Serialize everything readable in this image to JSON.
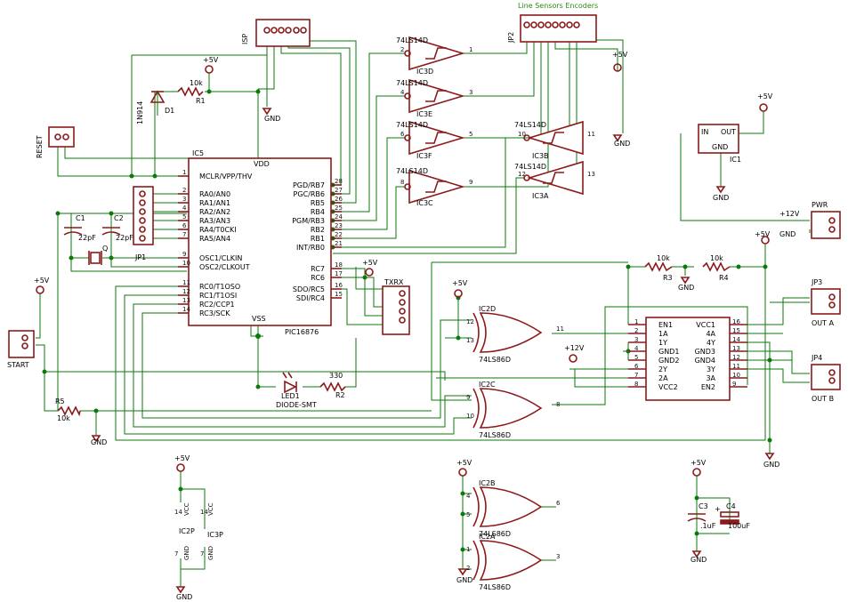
{
  "header": {
    "conn_label": "Line Sensors  Encoders",
    "isp": "ISP",
    "jp2": "JP2"
  },
  "power": {
    "v5": "+5V",
    "v12": "+12V",
    "gnd": "GND"
  },
  "mcu": {
    "name": "IC5",
    "part": "PIC16876",
    "vdd": "VDD",
    "vss": "VSS",
    "left_pins": [
      "MCLR/VPP/THV",
      "RA0/AN0",
      "RA1/AN1",
      "RA2/AN2",
      "RA3/AN3",
      "RA4/T0CKI",
      "RA5/AN4",
      "OSC1/CLKIN",
      "OSC2/CLKOUT",
      "RC0/T1OSO",
      "RC1/T1OSI",
      "RC2/CCP1",
      "RC3/SCK"
    ],
    "left_nums": [
      "1",
      "2",
      "3",
      "4",
      "5",
      "6",
      "7",
      "9",
      "10",
      "11",
      "12",
      "13",
      "14"
    ],
    "right_pins": [
      "PGD/RB7",
      "PGC/RB6",
      "RB5",
      "RB4",
      "PGM/RB3",
      "RB2",
      "RB1",
      "INT/RB0",
      "RC7",
      "RC6",
      "SDO/RC5",
      "SDI/RC4"
    ],
    "right_nums": [
      "28",
      "27",
      "26",
      "25",
      "24",
      "23",
      "22",
      "21",
      "18",
      "17",
      "16",
      "15"
    ]
  },
  "inverters": [
    {
      "name": "IC3D",
      "part": "74LS14D",
      "in": "2",
      "out": "1"
    },
    {
      "name": "IC3E",
      "part": "74LS14D",
      "in": "4",
      "out": "3"
    },
    {
      "name": "IC3F",
      "part": "74LS14D",
      "in": "6",
      "out": "5"
    },
    {
      "name": "IC3C",
      "part": "74LS14D",
      "in": "8",
      "out": "9"
    },
    {
      "name": "IC3B",
      "part": "74LS14D",
      "in": "10",
      "out": "11"
    },
    {
      "name": "IC3A",
      "part": "74LS14D",
      "in": "12",
      "out": "13"
    }
  ],
  "xors": [
    {
      "name": "IC2D",
      "part": "74LS86D",
      "a": "12",
      "b": "13",
      "y": "11"
    },
    {
      "name": "IC2C",
      "part": "74LS86D",
      "a": "9",
      "b": "10",
      "y": "8"
    },
    {
      "name": "IC2B",
      "part": "74LS86D",
      "a": "4",
      "b": "5",
      "y": "6"
    },
    {
      "name": "IC2A",
      "part": "74LS86D",
      "a": "1",
      "b": "2",
      "y": "3"
    }
  ],
  "driver": {
    "left": [
      "EN1",
      "1A",
      "1Y",
      "GND1",
      "GND2",
      "2Y",
      "2A",
      "VCC2"
    ],
    "left_nums": [
      "1",
      "2",
      "3",
      "4",
      "5",
      "6",
      "7",
      "8"
    ],
    "right": [
      "VCC1",
      "4A",
      "4Y",
      "GND3",
      "GND4",
      "3Y",
      "3A",
      "EN2"
    ],
    "right_nums": [
      "16",
      "15",
      "14",
      "13",
      "12",
      "11",
      "10",
      "9"
    ]
  },
  "components": {
    "reset": "RESET",
    "start": "START",
    "d1": "D1",
    "d1v": "1N914",
    "r1": "R1",
    "r1v": "10k",
    "r5": "R5",
    "r5v": "10k",
    "c1": "C1",
    "c1v": "22pF",
    "c2": "C2",
    "c2v": "22pF",
    "q": "Q",
    "jp1": "JP1",
    "r2": "R2",
    "r2v": "330",
    "led": "LED1",
    "ledv": "DIODE-SMT",
    "r3": "R3",
    "r3v": "10k",
    "r4": "R4",
    "r4v": "10k",
    "txrx": "TXRX",
    "ic1": "IC1",
    "ic1_in": "IN",
    "ic1_out": "OUT",
    "ic1_gnd": "GND",
    "pwr": "PWR",
    "jp3": "JP3",
    "outa": "OUT A",
    "jp4": "JP4",
    "outb": "OUT B",
    "ic2p": "IC2P",
    "ic3p": "IC3P",
    "vcc": "VCC",
    "gnd_small": "GND",
    "c3": "C3",
    "c3v": ".1uF",
    "c4": "C4",
    "c4v": "100uF"
  }
}
